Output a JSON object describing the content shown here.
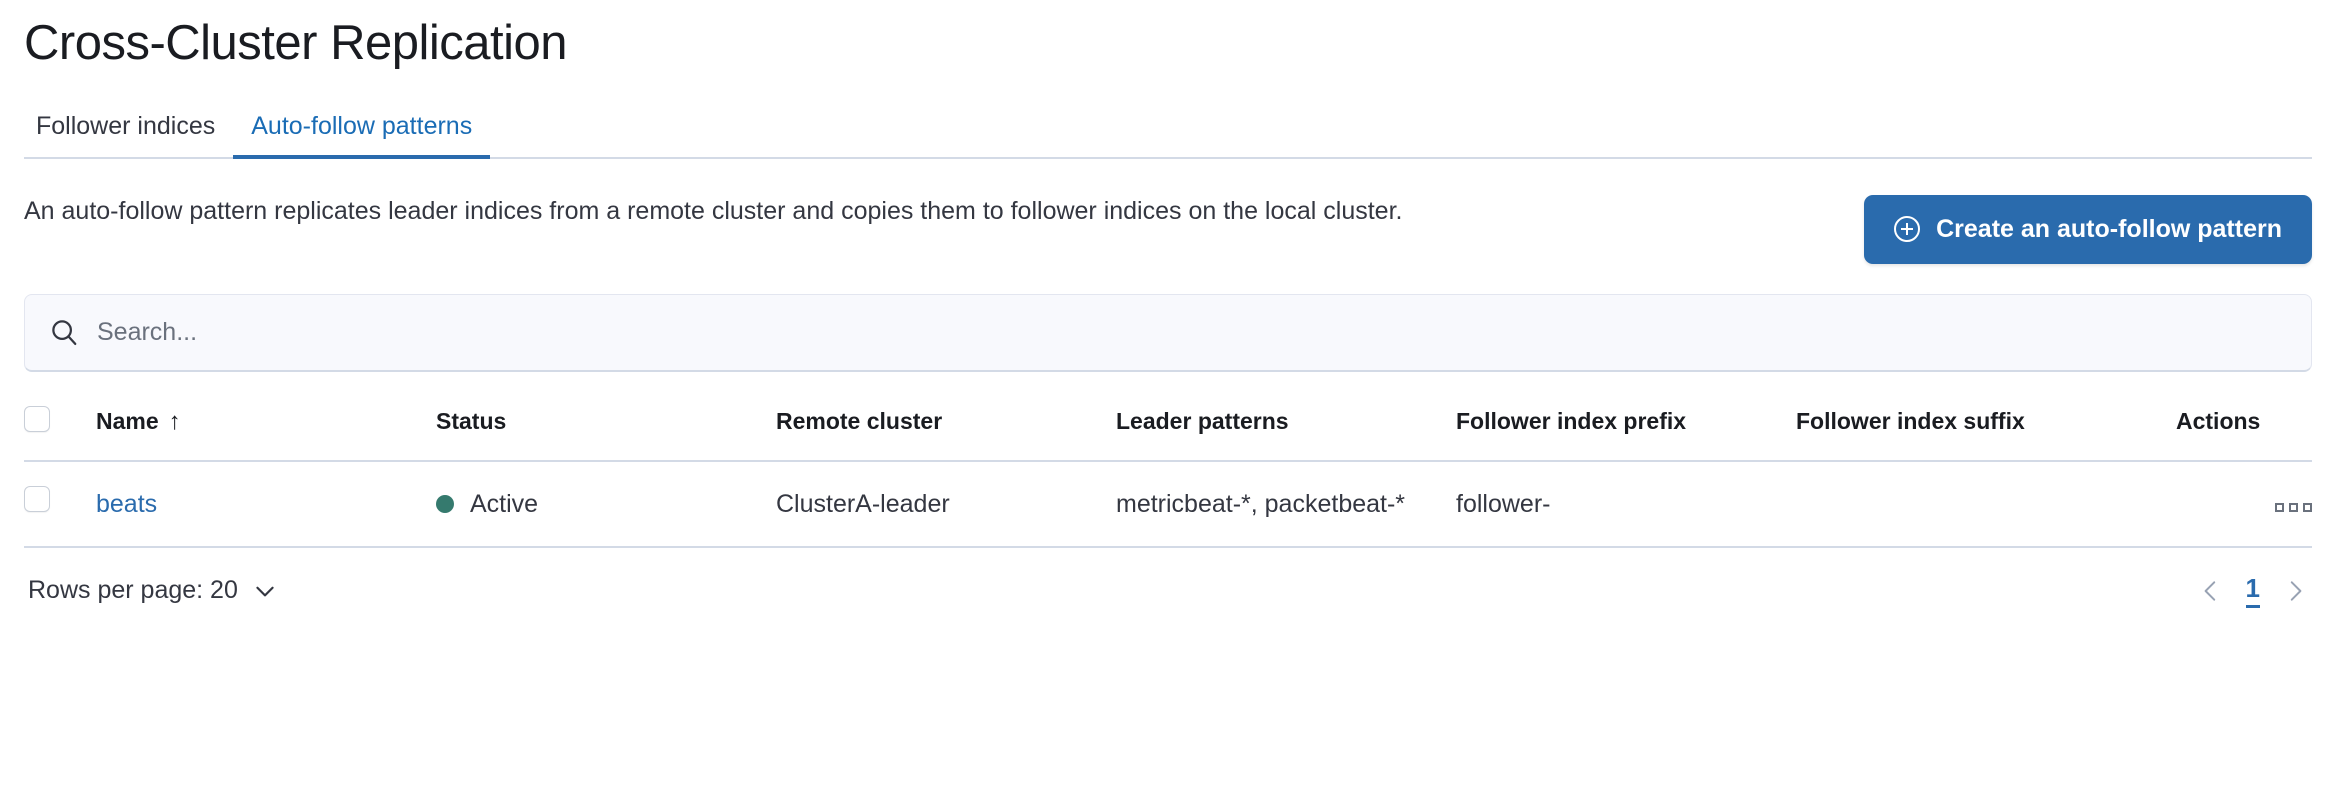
{
  "header": {
    "title": "Cross-Cluster Replication"
  },
  "tabs": [
    {
      "label": "Follower indices",
      "active": false
    },
    {
      "label": "Auto-follow patterns",
      "active": true
    }
  ],
  "intro": {
    "description": "An auto-follow pattern replicates leader indices from a remote cluster and copies them to follower indices on the local cluster.",
    "create_button_label": "Create an auto-follow pattern"
  },
  "search": {
    "value": "",
    "placeholder": "Search..."
  },
  "table": {
    "columns": [
      "Name",
      "Status",
      "Remote cluster",
      "Leader patterns",
      "Follower index prefix",
      "Follower index suffix",
      "Actions"
    ],
    "sort": {
      "column": "Name",
      "direction_glyph": "↑"
    },
    "rows": [
      {
        "name": "beats",
        "status": "Active",
        "remote_cluster": "ClusterA-leader",
        "leader_patterns": "metricbeat-*, packetbeat-*",
        "follower_index_prefix": "follower-",
        "follower_index_suffix": ""
      }
    ]
  },
  "footer": {
    "rows_per_page_label": "Rows per page: 20",
    "current_page": "1"
  },
  "colors": {
    "primary": "#2a6bad",
    "link": "#2a6bad",
    "status_active": "#357a6e",
    "border": "#d3dae6",
    "text": "#343741"
  }
}
